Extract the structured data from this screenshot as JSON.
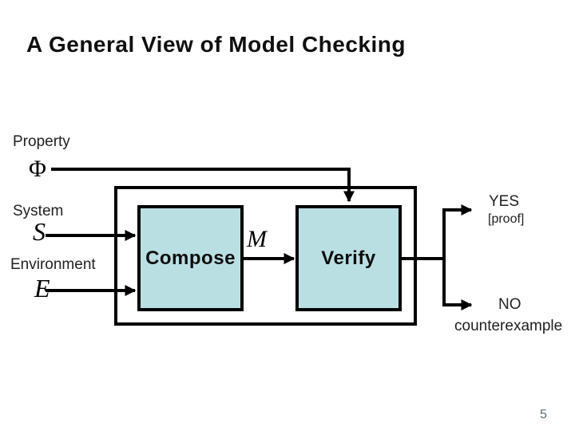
{
  "slide": {
    "title": "A General View of Model Checking",
    "page_number": "5"
  },
  "inputs": {
    "property_label": "Property",
    "property_symbol": "Φ",
    "system_label": "System",
    "system_symbol": "S",
    "environment_label": "Environment",
    "environment_symbol": "E"
  },
  "pipeline": {
    "compose_label": "Compose",
    "model_symbol": "M",
    "verify_label": "Verify"
  },
  "outcomes": {
    "yes_label": "YES",
    "yes_detail": "[proof]",
    "no_label": "NO",
    "no_detail": "counterexample"
  },
  "colors": {
    "box_fill": "#badfe3",
    "line": "#000000",
    "text": "#1a1a1a",
    "page_number": "#5b7076"
  }
}
